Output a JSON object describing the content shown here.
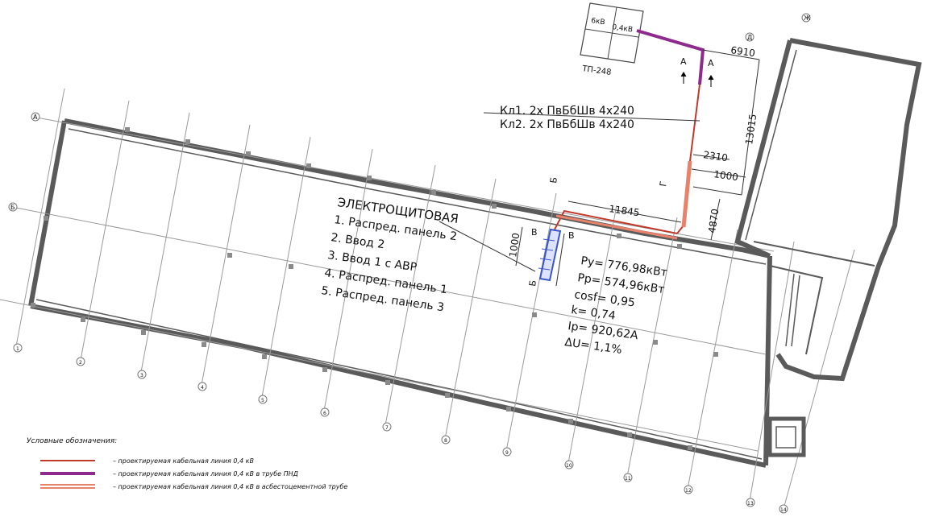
{
  "substation": {
    "cell_left": "6кВ",
    "cell_right": "0,4кВ",
    "name": "ТП-248"
  },
  "cables": {
    "line1": "Кл1. 2х ПвБбШв 4х240",
    "line2": "Кл2. 2х ПвБбШв 4х240"
  },
  "dimensions": {
    "d6910": "6910",
    "d13015": "13015",
    "d2310": "2310",
    "d1000_right": "1000",
    "d4870": "4870",
    "d11845": "11845",
    "d1000_left": "1000"
  },
  "section_marks": {
    "a_left": "А",
    "a_right": "А",
    "b_top": "Б",
    "b_bottom": "Б",
    "v_left": "В",
    "v_right": "В",
    "g": "Г"
  },
  "switchboard": {
    "title": "ЭЛЕКТРОЩИТОВАЯ",
    "items": [
      "1. Распред. панель 2",
      "2. Ввод 2",
      "3. Ввод 1 с АВР",
      "4. Распред. панель 1",
      "5. Распред. панель 3"
    ]
  },
  "calc": {
    "py": "Py= 776,98кВт",
    "pp": "Pp= 574,96кВт",
    "cosf": "cosf= 0,95",
    "k": "k= 0,74",
    "ip": "Ip= 920,62A",
    "du": "ΔU= 1,1%"
  },
  "axes": {
    "row_a": "А",
    "row_b": "Б",
    "col_numbers": [
      "1",
      "2",
      "3",
      "4",
      "5",
      "6",
      "7",
      "8",
      "9",
      "10",
      "11",
      "12",
      "13",
      "14"
    ],
    "top_right_marks": [
      "Д",
      "Ж"
    ]
  },
  "legend": {
    "title": "Условные обозначения:",
    "items": [
      {
        "text": "– проектируемая кабельная линия 0,4 кВ",
        "color": "#c0392b",
        "style": "thin"
      },
      {
        "text": "– проектируемая кабельная линия 0,4 кВ в трубе ПНД",
        "color": "#8e2a8e",
        "style": "thick"
      },
      {
        "text": "– проектируемая кабельная линия 0,4 кВ в асбестоцементной трубе",
        "color": "#e07a5f",
        "style": "double"
      }
    ]
  },
  "colors": {
    "cable_red": "#c0392b",
    "cable_purple": "#8e2a8e",
    "cable_orange": "#e8836b",
    "panel_blue": "#3b56c9",
    "wall": "#5a5a5a"
  }
}
